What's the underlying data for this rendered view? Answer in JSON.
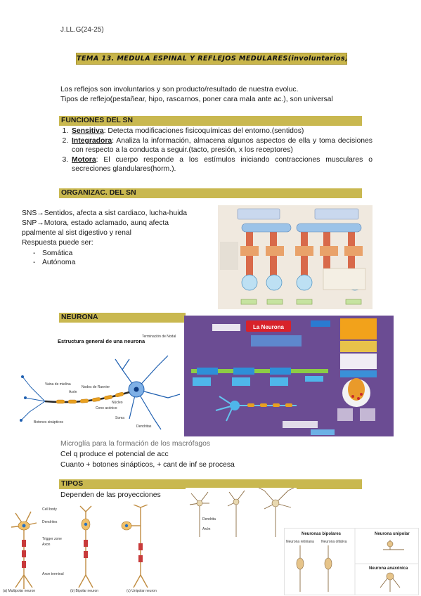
{
  "header": {
    "code": "J.LL.G(24-25)"
  },
  "title": "TEMA 13. MEDULA ESPINAL Y REFLEJOS MEDULARES(involuntarios)",
  "intro": {
    "line1": "Los reflejos son involuntarios y son producto/resultado de nuestra evoluc.",
    "line2": "Tipos de reflejo(pestañear, hipo, rascarnos, poner cara mala ante ac.), son universal"
  },
  "sections": {
    "funciones": "FUNCIONES DEL SN",
    "organizac": "ORGANIZAC. DEL SN",
    "neurona": "NEURONA",
    "tipos": "TIPOS"
  },
  "funciones": [
    {
      "term": "Sensitiva",
      "text": ": Detecta modificaciones fisicoquímicas del entorno.(sentidos)"
    },
    {
      "term": "Integradora",
      "text": ": Analiza la información, almacena algunos aspectos de ella y toma decisiones con respecto a la conducta a seguir.(tacto, presión, x los receptores)"
    },
    {
      "term": "Motora",
      "text": ": El cuerpo responde a los estímulos iniciando contracciones musculares o secreciones glandulares(horm.)."
    }
  ],
  "organizac": {
    "line1": "SNS→Sentidos, afecta a sist cardiaco, lucha-huida",
    "line2": "SNP→Motora, estado aclamado, aunq afecta",
    "line3": "ppalmente al sist digestivo y renal",
    "line4": "Respuesta puede ser:",
    "items": [
      "Somática",
      "Autónoma"
    ]
  },
  "neurona": {
    "diagram_title": "Estructura general de una neurona",
    "labels": {
      "soma": "Soma",
      "dendritas": "Dendritas",
      "axon": "Axón",
      "vaina": "Vaina de mielina",
      "nodos": "Nodos de Ranvier",
      "botones": "Botones sinápticos",
      "nucleo": "Núcleo",
      "cono": "Cono axónico",
      "terminacion": "Terminación de Nodal"
    },
    "mindmap_title": "La Neurona",
    "notes": {
      "line1": "Microglía para la formación de los macrófagos",
      "line2": "Cel q produce el potencial de acc",
      "line3": "Cuanto + botones sinápticos, + cant de inf se procesa"
    }
  },
  "tipos": {
    "subtitle": "Dependen de las proyecciones",
    "fig_labels": {
      "cell_body": "Cell body",
      "dendrites": "Dendrites",
      "trigger": "Trigger zone",
      "axon": "Axon",
      "axon_terminal": "Axon terminal",
      "multipolar": "(a) Multipolar neuron",
      "bipolar": "(b) Bipolar neuron",
      "unipolar": "(c) Unipolar neuron",
      "dendrita": "Dendrita",
      "axon_es": "Axón"
    },
    "right_fig": {
      "bipolares": "Neuronas bipolares",
      "unipolar": "Neurona unipolar",
      "anaxonica": "Neurona anaxónica",
      "retinianas": "Neurona retiniana",
      "olfativa": "Neurona olfativa"
    }
  },
  "colors": {
    "section_bar": "#c9b850",
    "title_banner": "#c8b54a",
    "mindmap_bg": "#6b4c93",
    "neuron_blue": "#1e66b8",
    "myelin": "#e8a020"
  }
}
